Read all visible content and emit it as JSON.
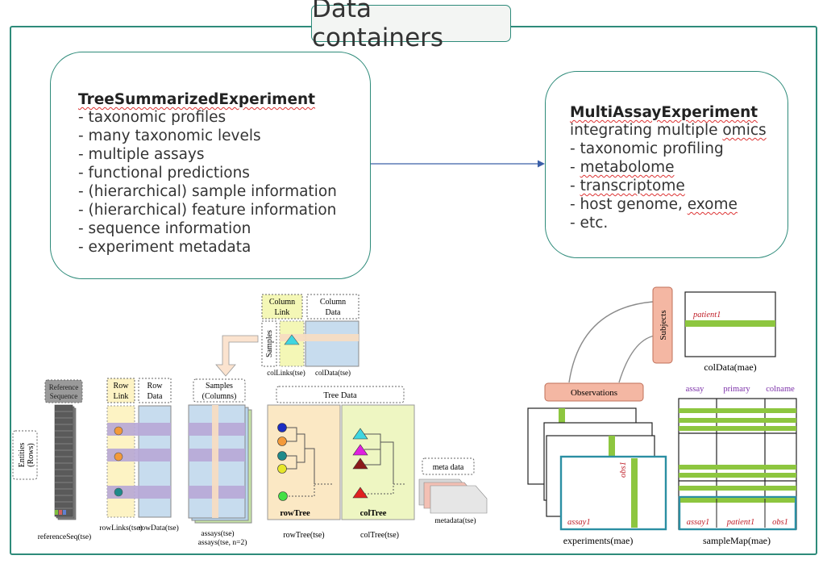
{
  "title": "Data containers",
  "tse": {
    "title": "TreeSummarizedExperiment",
    "items": [
      "- taxonomic profiles",
      "- many taxonomic levels",
      "- multiple assays",
      "- functional predictions",
      "- (hierarchical) sample information",
      "- (hierarchical) feature information",
      "- sequence information",
      "- experiment metadata"
    ]
  },
  "mae": {
    "title": "MultiAssayExperiment",
    "subtitle_prefix": "integrating multiple ",
    "subtitle_word": "omics",
    "items": {
      "taxonomic": "- taxonomic profiling",
      "metabolome_prefix": "- ",
      "metabolome": "metabolome",
      "transcriptome_prefix": "- ",
      "transcriptome": "transcriptome",
      "host_prefix": "- host genome, ",
      "host_word": "exome",
      "etc": "- etc."
    }
  },
  "tse_diagram": {
    "reference_sequence": [
      "Reference",
      "Sequence"
    ],
    "entities": [
      "Entities",
      "(Rows)"
    ],
    "reference_seq_caption": "referenceSeq(tse)",
    "row_link": [
      "Row",
      "Link"
    ],
    "row_data": [
      "Row",
      "Data"
    ],
    "row_links_caption": "rowLinks(tse)",
    "row_data_caption": "rowData(tse)",
    "samples_columns": [
      "Samples",
      "(Columns)"
    ],
    "assays_caption": "assays(tse)",
    "assays_n_caption": "assays(tse, n=2)",
    "column_link": [
      "Column",
      "Link"
    ],
    "column_data": [
      "Column",
      "Data"
    ],
    "samples": "Samples",
    "col_links_caption": "colLinks(tse)",
    "col_data_caption": "colData(tse)",
    "tree_data": "Tree Data",
    "row_tree_label": "rowTree",
    "col_tree_label": "colTree",
    "row_tree_caption": "rowTree(tse)",
    "col_tree_caption": "colTree(tse)",
    "meta_data": "meta data",
    "metadata_caption": "metadata(tse)"
  },
  "mae_diagram": {
    "subjects": "Subjects",
    "observations": "Observations",
    "patient1": "patient1",
    "coldata_caption": "colData(mae)",
    "obs1": "obs1",
    "assay1": "assay1",
    "experiments_caption": "experiments(mae)",
    "samplemap_headers": [
      "assay",
      "primary",
      "colname"
    ],
    "samplemap_values": [
      "assay1",
      "patient1",
      "obs1"
    ],
    "samplemap_caption": "sampleMap(mae)"
  },
  "colors": {
    "frame": "#2e8b7a",
    "row_data": "#c7dcee",
    "highlight": "#b7a7d6",
    "link": "#fdf3c4",
    "green_bar": "#8dc63f",
    "salmon": "#f4b7a3",
    "teal_border": "#2b8fa3",
    "purple_text": "#7b2fa8",
    "red_text": "#c0202a"
  }
}
